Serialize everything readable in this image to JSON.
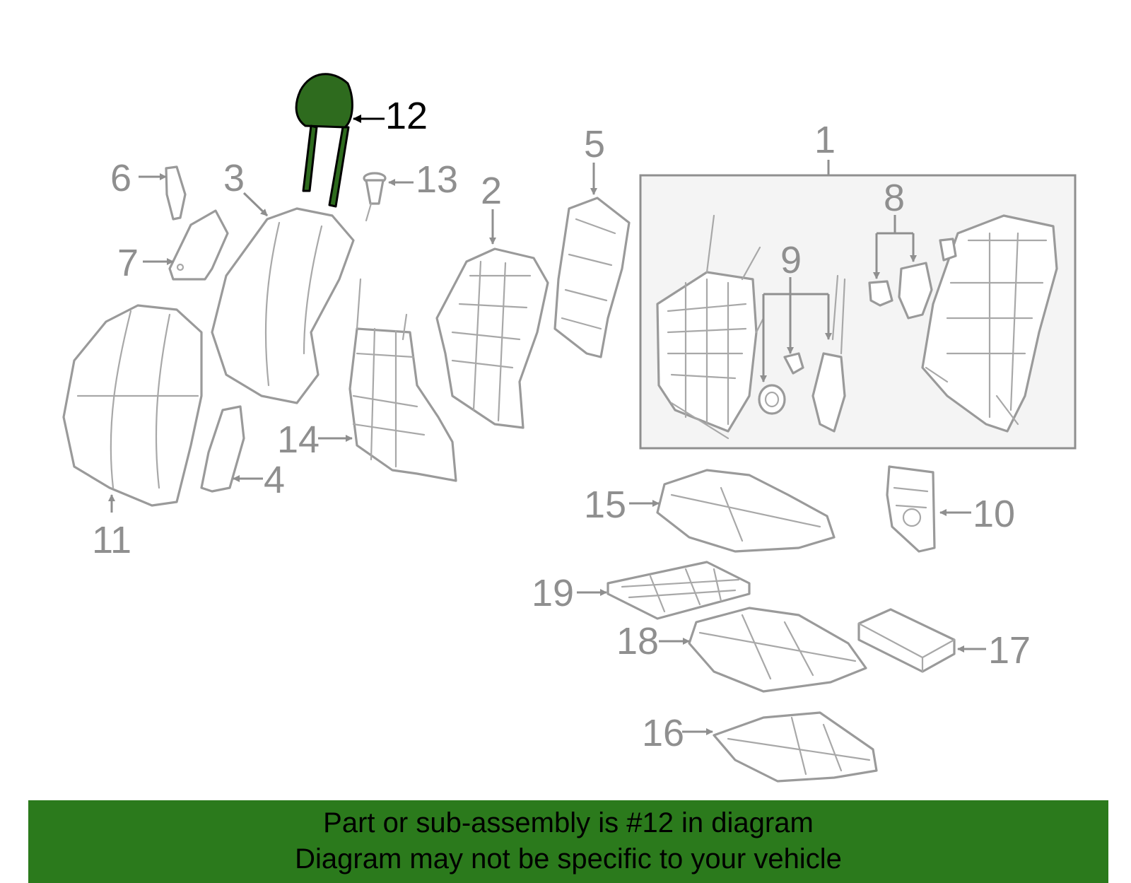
{
  "diagram": {
    "highlighted_part": "12",
    "callouts": [
      {
        "id": "1",
        "label": "1"
      },
      {
        "id": "2",
        "label": "2"
      },
      {
        "id": "3",
        "label": "3"
      },
      {
        "id": "4",
        "label": "4"
      },
      {
        "id": "5",
        "label": "5"
      },
      {
        "id": "6",
        "label": "6"
      },
      {
        "id": "7",
        "label": "7"
      },
      {
        "id": "8",
        "label": "8"
      },
      {
        "id": "9",
        "label": "9"
      },
      {
        "id": "10",
        "label": "10"
      },
      {
        "id": "11",
        "label": "11"
      },
      {
        "id": "12",
        "label": "12"
      },
      {
        "id": "13",
        "label": "13"
      },
      {
        "id": "14",
        "label": "14"
      },
      {
        "id": "15",
        "label": "15"
      },
      {
        "id": "16",
        "label": "16"
      },
      {
        "id": "17",
        "label": "17"
      },
      {
        "id": "18",
        "label": "18"
      },
      {
        "id": "19",
        "label": "19"
      }
    ]
  },
  "banner": {
    "line1": "Part or sub-assembly is #12 in diagram",
    "line2": "Diagram may not be specific to your vehicle"
  },
  "colors": {
    "banner_bg": "#2b7a1c",
    "highlight_fill": "#2e6b1e",
    "part_stroke": "#9a9a9a",
    "label_gray": "#8f8f8f"
  }
}
